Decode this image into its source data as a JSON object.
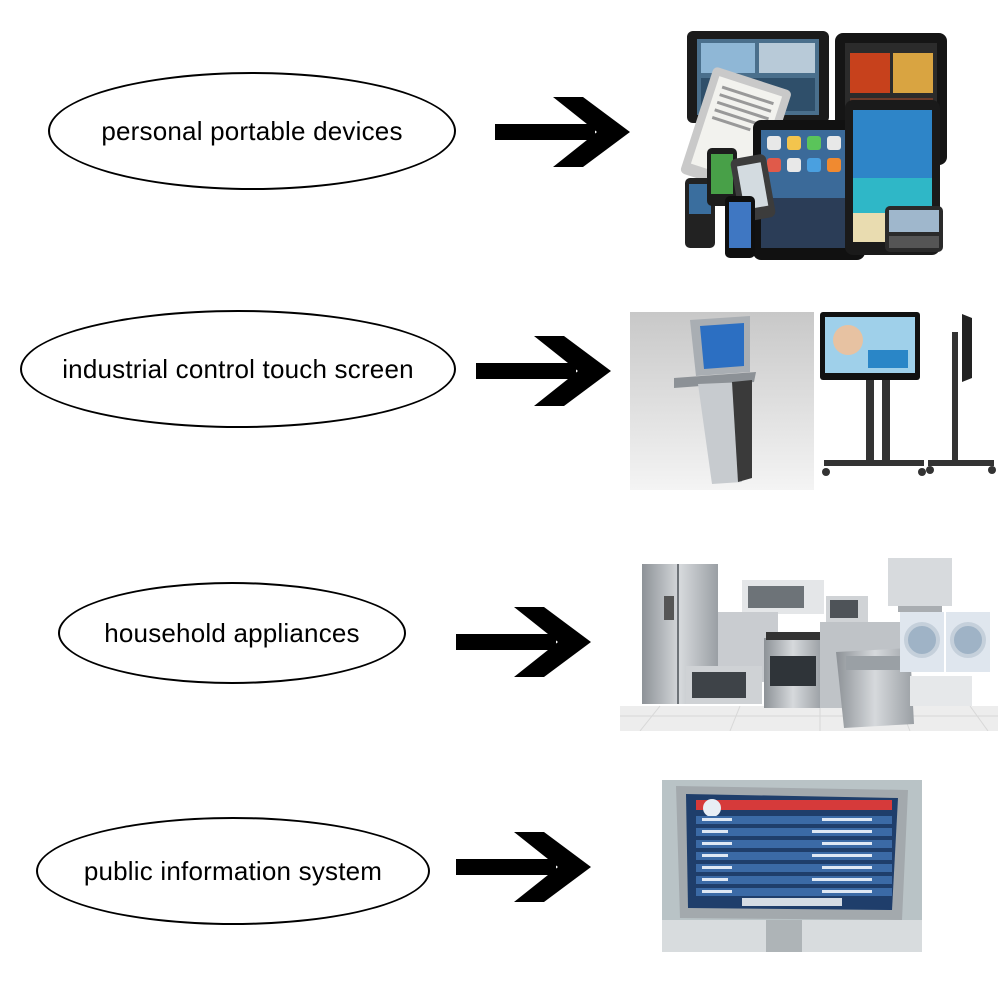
{
  "rows": [
    {
      "label": "personal portable devices",
      "picture": "tablets-and-smartphones-image"
    },
    {
      "label": "industrial control touch screen",
      "picture": "kiosk-and-display-stands-image"
    },
    {
      "label": "household appliances",
      "picture": "kitchen-appliances-image"
    },
    {
      "label": "public information system",
      "picture": "information-display-board-image"
    }
  ]
}
